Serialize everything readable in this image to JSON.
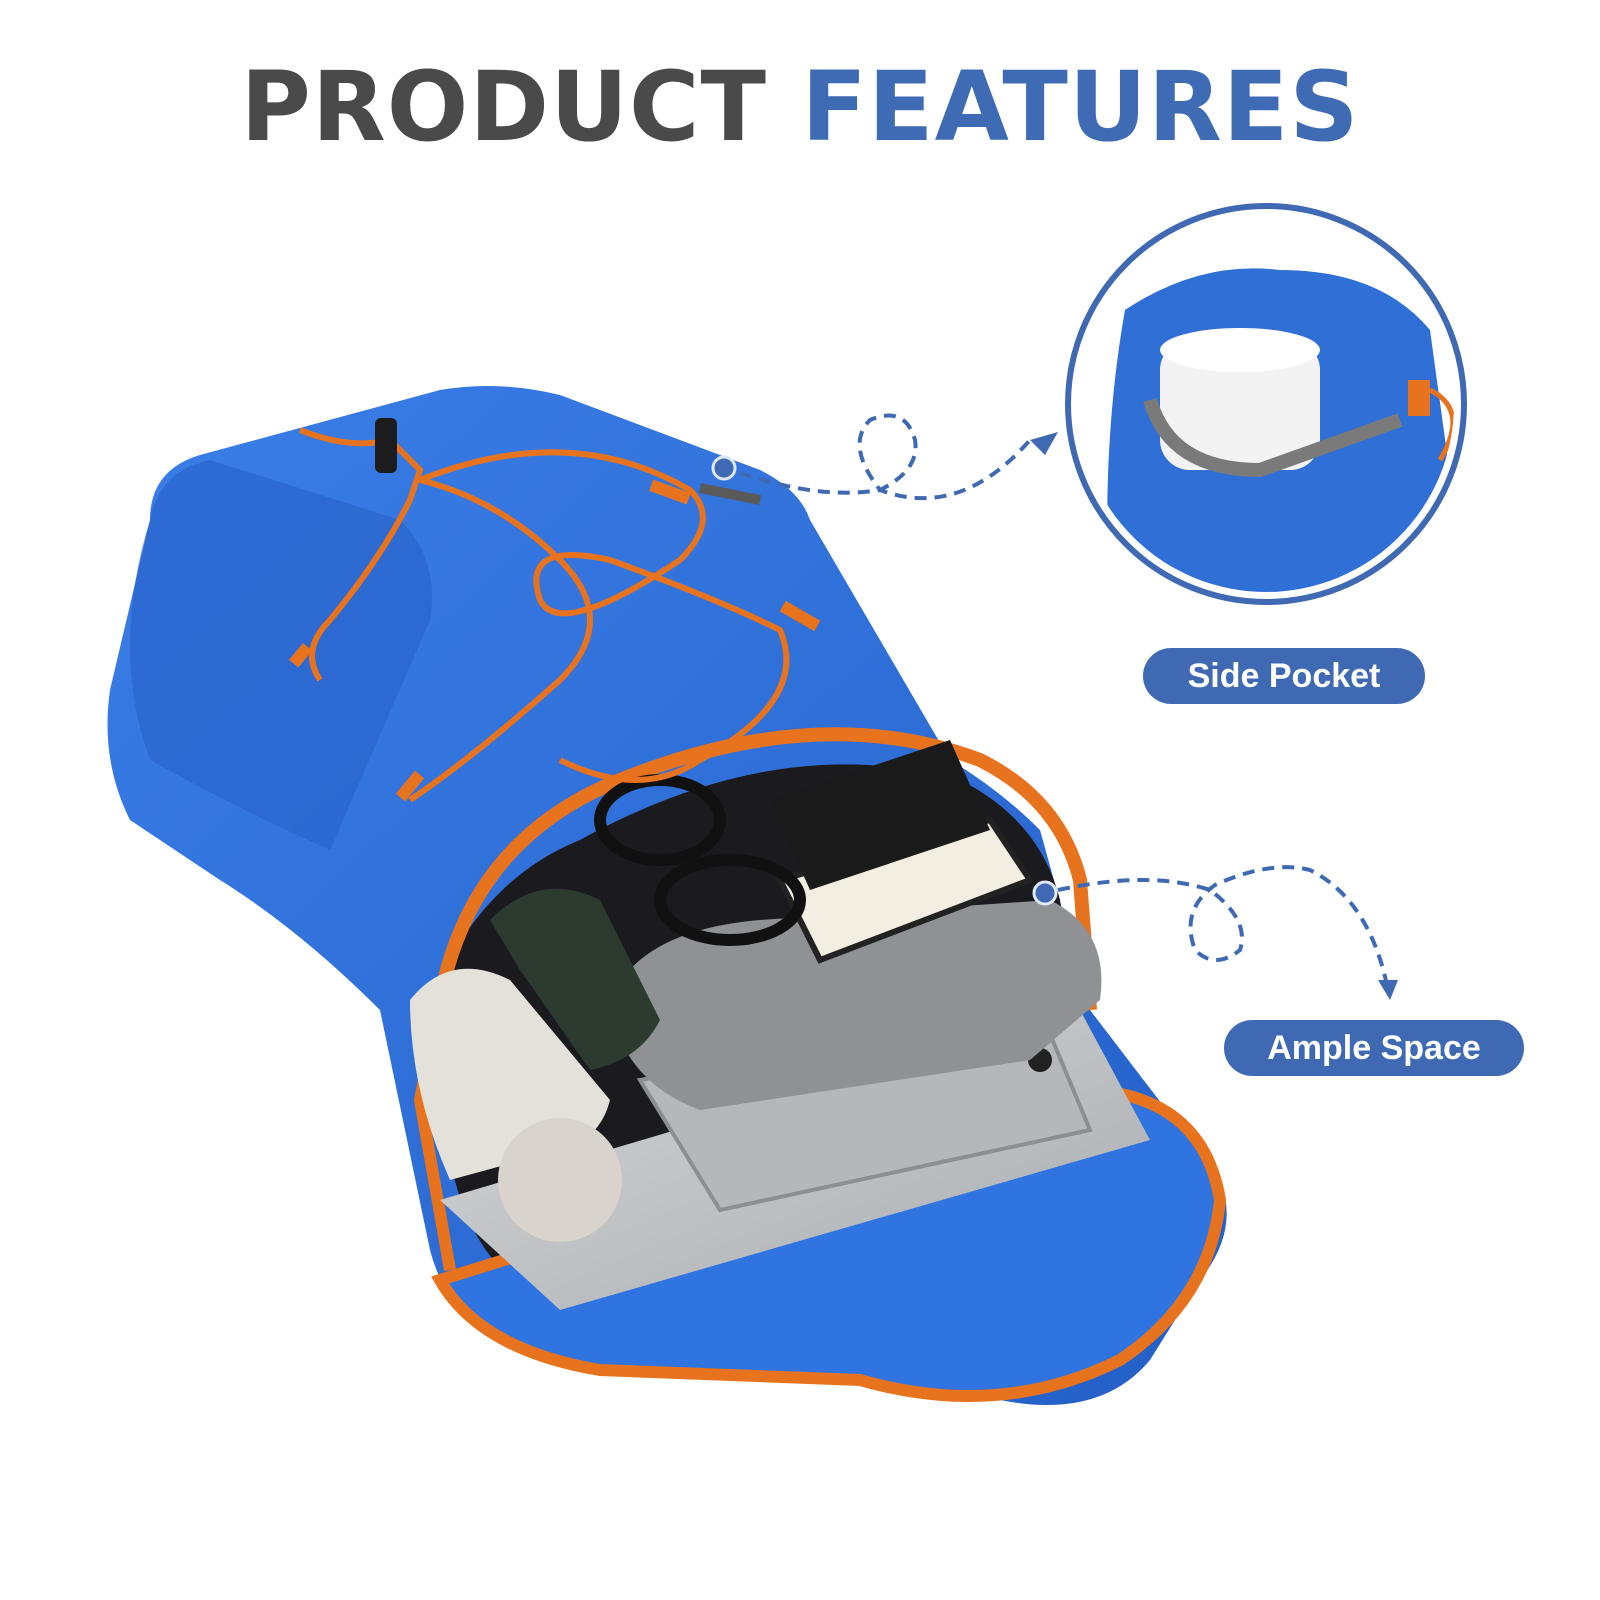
{
  "title": {
    "word1": "PRODUCT",
    "word2": "FEATURES",
    "word1_color": "#4a4a4a",
    "word2_color": "#3f6bb5"
  },
  "callouts": [
    {
      "label": "Side Pocket",
      "description_target": "side pocket holding white bottle"
    },
    {
      "label": "Ample Space",
      "description_target": "main compartment with laptop, tablet, notebook, phone, glasses, umbrella, bottle, clothing"
    }
  ],
  "colors": {
    "accent": "#3f69b2",
    "bag_blue": "#2f6fd6",
    "zipper_orange": "#e8731e",
    "strap_gray": "#6b6b6b"
  },
  "product": {
    "name": "backpack",
    "image_alt": "Blue backpack with orange drawcords, open showing contents"
  }
}
